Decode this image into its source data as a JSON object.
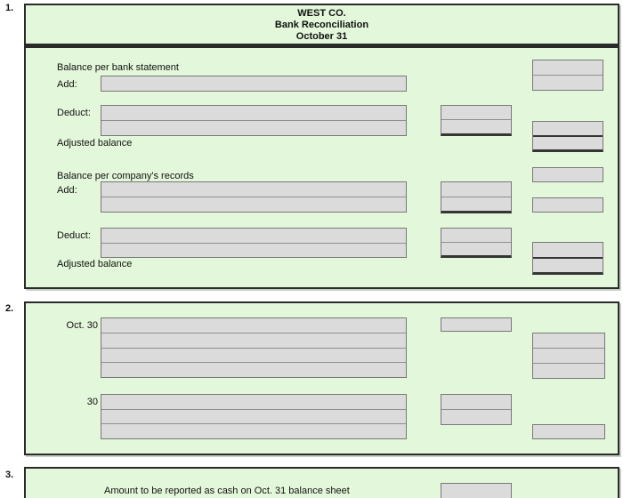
{
  "colors": {
    "panel_green": "#e3f7da",
    "cell_gray": "#dbdbdb",
    "cell_border": "#787878",
    "heavy_rule": "#353535",
    "frame_border": "#2a2a2a"
  },
  "section1": {
    "number": "1.",
    "header": {
      "company_name": "WEST CO.",
      "report_title": "Bank Reconciliation",
      "report_date": "October 31"
    },
    "bank_side": {
      "balance_label": "Balance per bank statement",
      "add_label": "Add:",
      "deduct_label": "Deduct:",
      "adjusted_label": "Adjusted balance"
    },
    "company_side": {
      "balance_label": "Balance per company's records",
      "add_label": "Add:",
      "deduct_label": "Deduct:",
      "adjusted_label": "Adjusted balance"
    }
  },
  "section2": {
    "number": "2.",
    "entry1_date": "Oct. 30",
    "entry2_date": "30"
  },
  "section3": {
    "number": "3.",
    "prompt": "Amount to be reported as cash on Oct. 31 balance sheet"
  }
}
